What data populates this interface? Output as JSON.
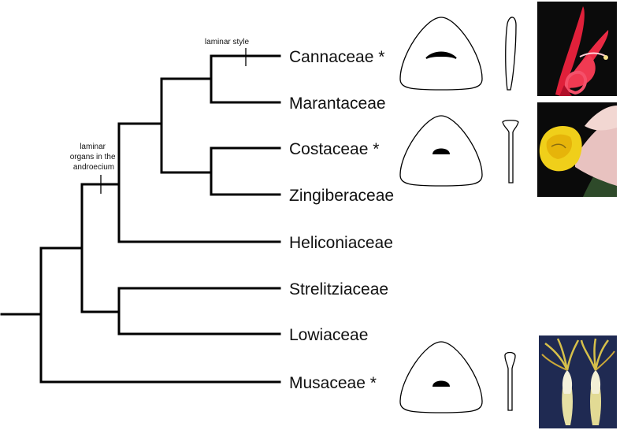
{
  "taxa": [
    {
      "key": "cannaceae",
      "label": "Cannaceae *"
    },
    {
      "key": "marantaceae",
      "label": "Marantaceae"
    },
    {
      "key": "costaceae",
      "label": "Costaceae *"
    },
    {
      "key": "zingiberaceae",
      "label": "Zingiberaceae"
    },
    {
      "key": "heliconiaceae",
      "label": "Heliconiaceae"
    },
    {
      "key": "strelitziaceae",
      "label": "Strelitziaceae"
    },
    {
      "key": "lowiaceae",
      "label": "Lowiaceae"
    },
    {
      "key": "musaceae",
      "label": "Musaceae *"
    }
  ],
  "annotations": {
    "laminar_style": "laminar style",
    "laminar_organs": [
      "laminar",
      "organs in the",
      "androecium"
    ]
  },
  "photos": [
    {
      "name": "cannaceae-flower-photo",
      "subject": "red Canna flower",
      "background": "#0b0b0b"
    },
    {
      "name": "costaceae-flower-photo",
      "subject": "yellow Costus flower",
      "background": "#0a0a0a"
    },
    {
      "name": "musaceae-flower-photo",
      "subject": "two yellow Musa flowers",
      "background": "#1f2a52"
    }
  ]
}
